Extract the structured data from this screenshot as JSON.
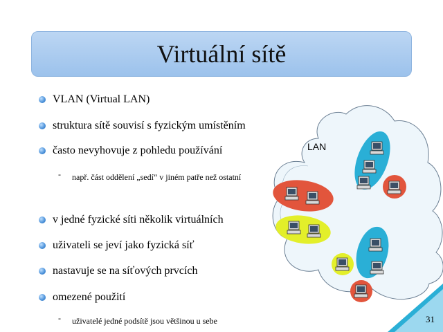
{
  "slide": {
    "title": "Virtuální sítě",
    "page_number": "31"
  },
  "bullets": [
    {
      "level": 1,
      "text": "VLAN (Virtual LAN)"
    },
    {
      "level": 1,
      "text": "struktura sítě souvisí s fyzickým umístěním"
    },
    {
      "level": 1,
      "text": "často nevyhovuje z pohledu používání"
    },
    {
      "level": 2,
      "text": "např. část oddělení „sedí“ v jiném patře než ostatní"
    },
    {
      "level": 1,
      "text": "v jedné fyzické síti několik virtuálních"
    },
    {
      "level": 1,
      "text": "uživateli se jeví jako fyzická síť"
    },
    {
      "level": 1,
      "text": "nastavuje se na síťových prvcích"
    },
    {
      "level": 1,
      "text": "omezené použití"
    },
    {
      "level": 2,
      "text": "uživatelé jedné podsítě jsou většinou u sebe"
    }
  ],
  "diagram": {
    "label": "LAN",
    "colors": {
      "cloud": "#eef6fb",
      "cloud_stroke": "#6b7f93",
      "vlan_red": "#e2553c",
      "vlan_blue": "#2aafd6",
      "vlan_yellow": "#e3ef2a"
    }
  }
}
